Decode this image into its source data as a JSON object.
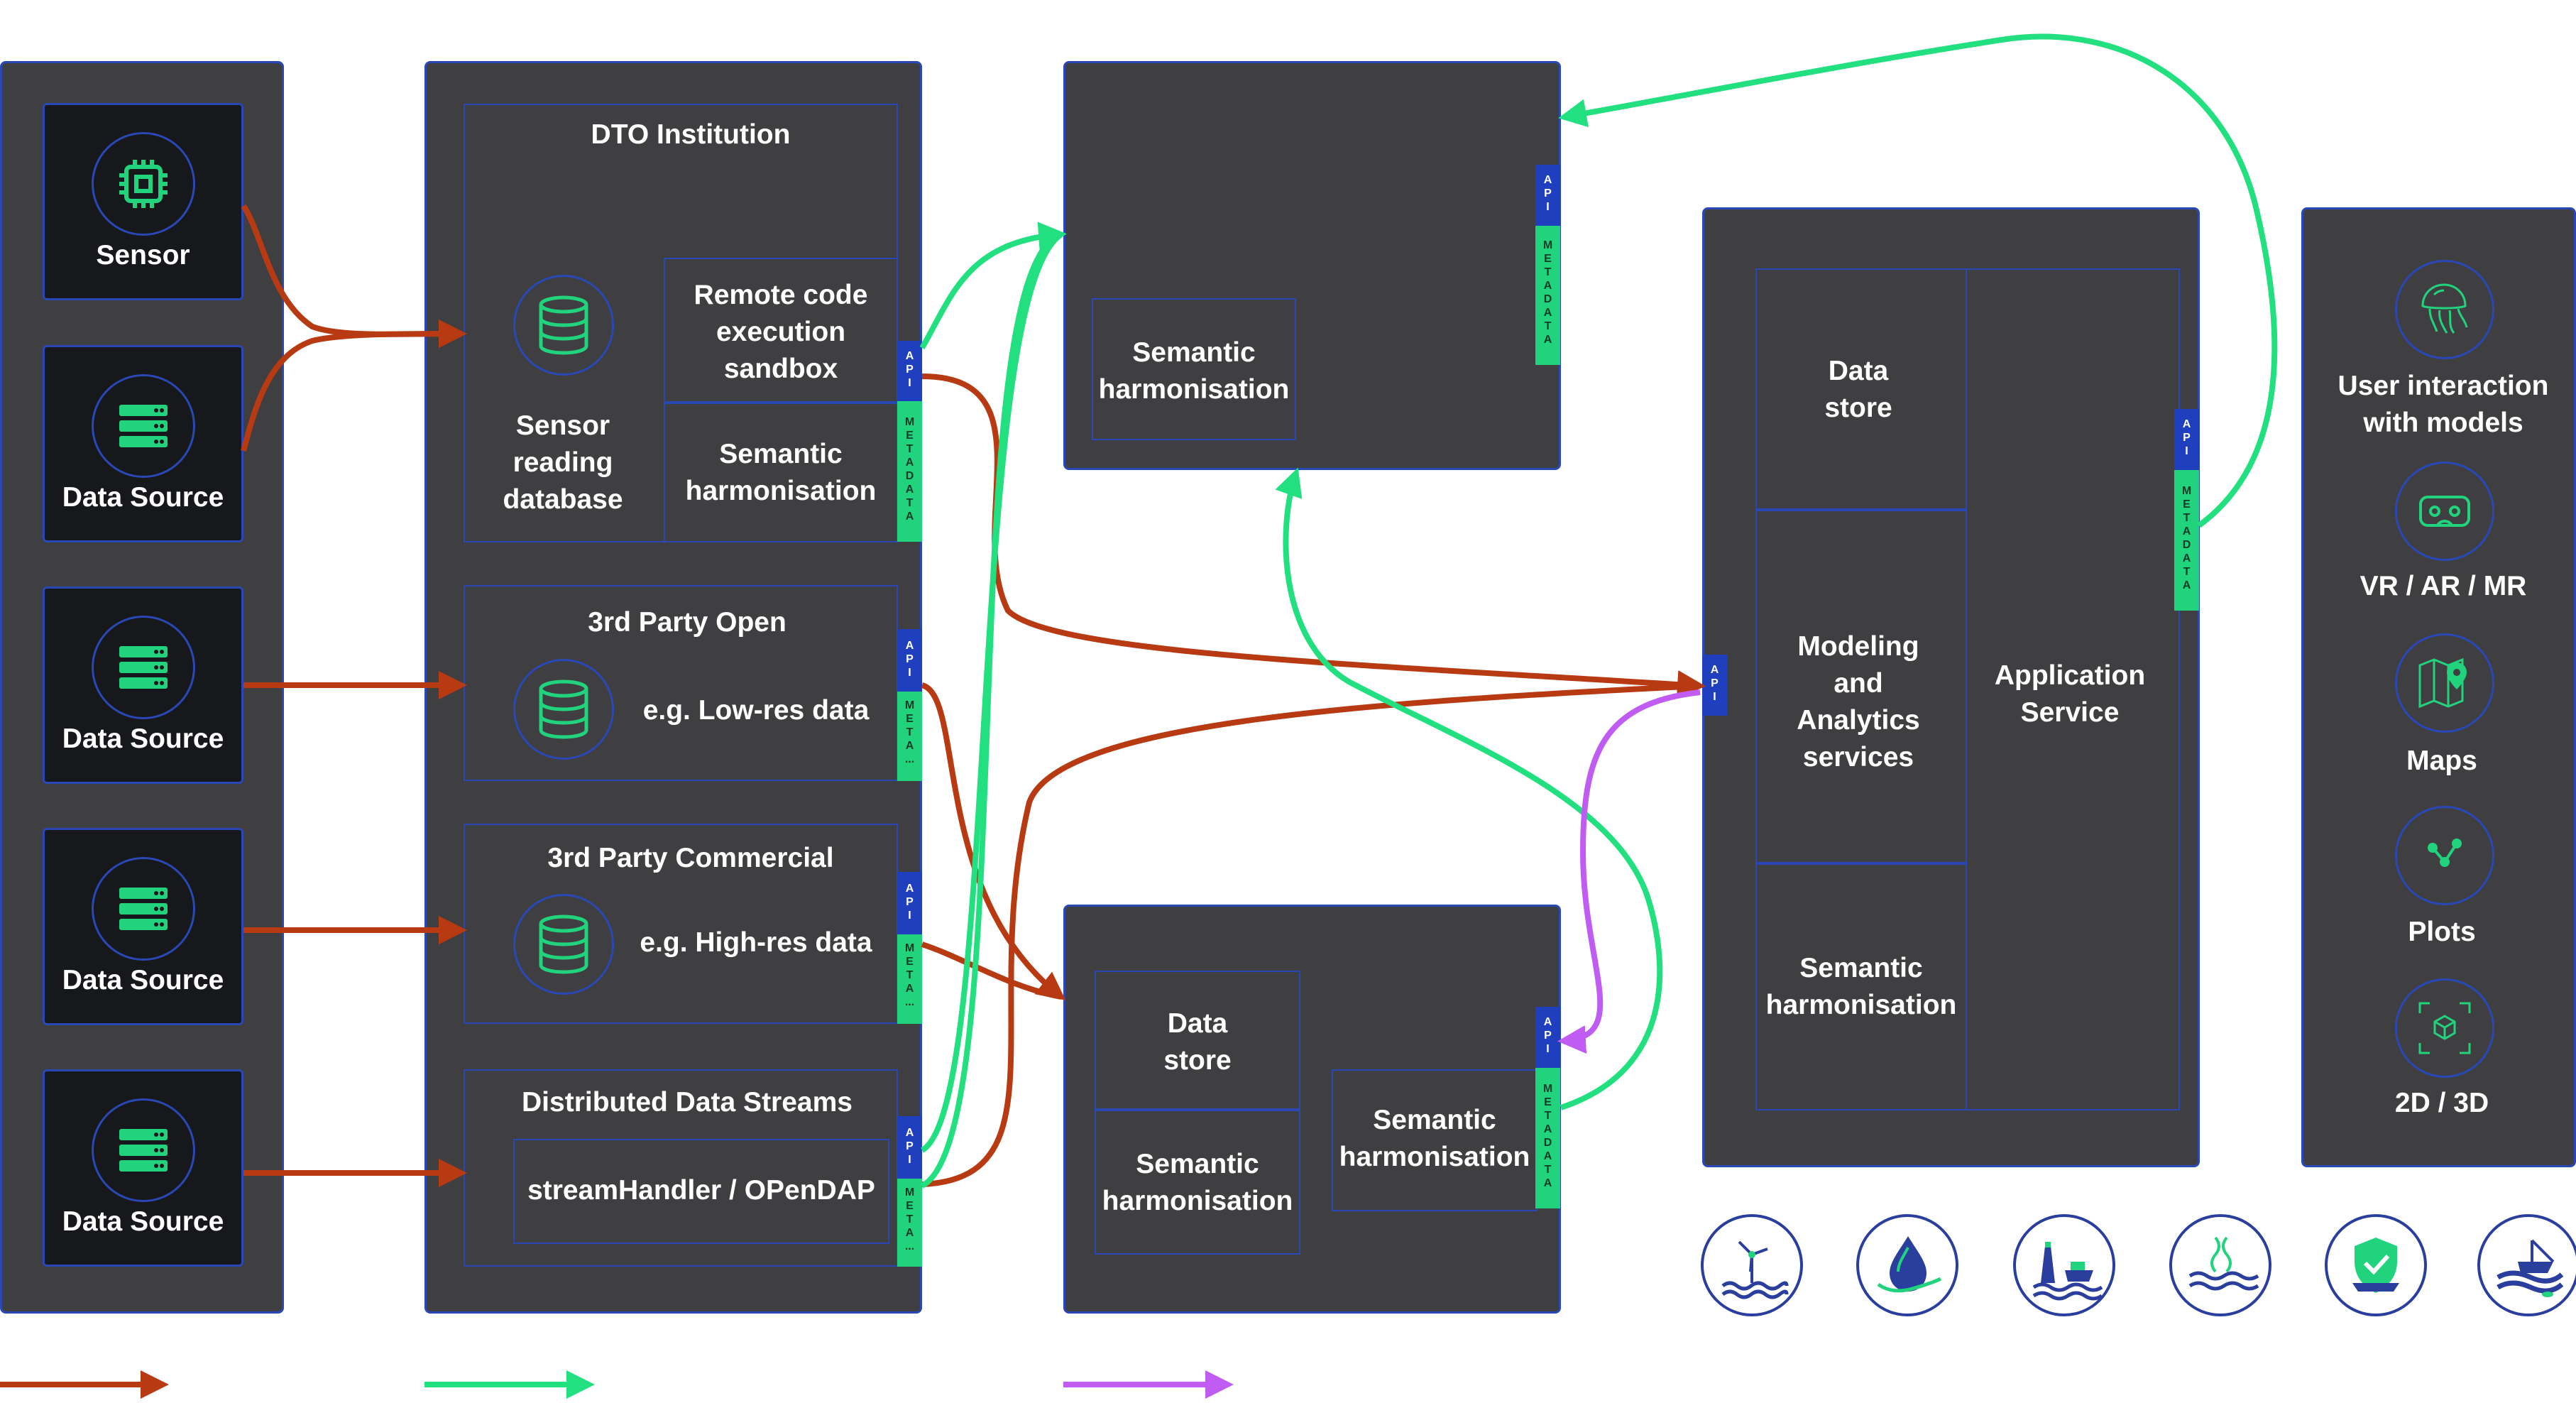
{
  "sources": {
    "sensor_label": "Sensor",
    "data_source_labels": [
      "Data Source",
      "Data Source",
      "Data Source",
      "Data Source"
    ]
  },
  "institution": {
    "title": "DTO Institution",
    "sensor_db_label": "Sensor\nreading\ndatabase",
    "remote_sandbox_label": "Remote code\nexecution\nsandbox",
    "semantic_label": "Semantic\nharmonisation",
    "third_party_open_title": "3rd Party Open",
    "third_party_open_label": "e.g. Low-res data",
    "third_party_commercial_title": "3rd Party Commercial",
    "third_party_commercial_label": "e.g. High-res data",
    "streams_title": "Distributed Data Streams",
    "streams_label": "streamHandler / OPenDAP"
  },
  "upper_node": {
    "semantic_label": "Semantic\nharmonisation"
  },
  "lower_node": {
    "data_store_label": "Data\nstore",
    "semantic_left_label": "Semantic\nharmonisation",
    "semantic_right_label": "Semantic\nharmonisation"
  },
  "application": {
    "data_store_label": "Data\nstore",
    "modeling_label": "Modeling\nand\nAnalytics\nservices",
    "semantic_label": "Semantic\nharmonisation",
    "app_service_label": "Application\nService"
  },
  "interaction": {
    "user_label": "User interaction\nwith models",
    "vr_label": "VR / AR / MR",
    "maps_label": "Maps",
    "plots_label": "Plots",
    "dims_label": "2D / 3D"
  },
  "tabs": {
    "api": "A\nP\nI",
    "metadata": "M\nE\nT\nA\nD\nA\nT\nA",
    "meta_short": "M\nE\nT\nA\n..."
  },
  "colors": {
    "red_arrow": "#b83a12",
    "green_arrow": "#22e07f",
    "purple_arrow": "#c05cf2",
    "panel_bg": "#3f3f41",
    "border_blue": "#2948b5",
    "icon_green": "#22d37d"
  }
}
